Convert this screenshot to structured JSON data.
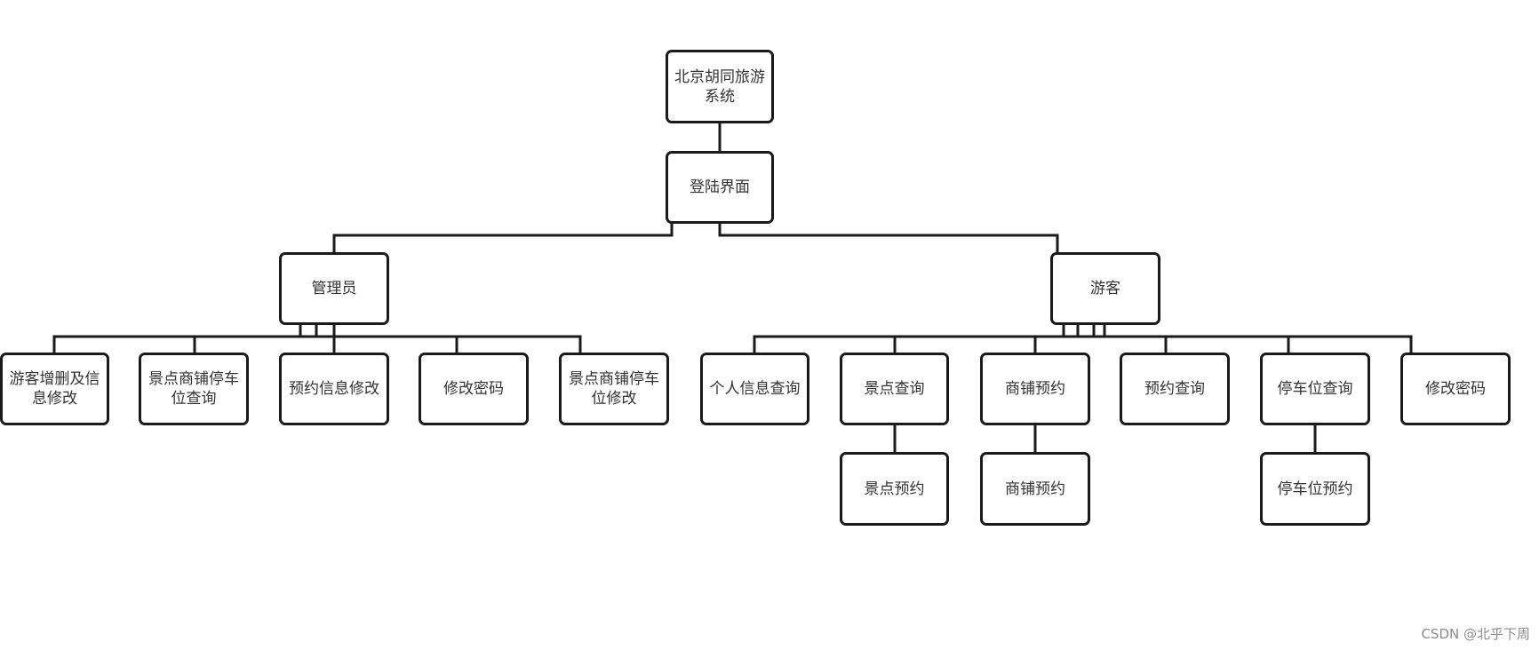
{
  "diagram": {
    "root": {
      "label": "北京胡同旅游系统"
    },
    "login": {
      "label": "登陆界面"
    },
    "admin": {
      "label": "管理员",
      "children": [
        {
          "label": "游客增删及信息修改"
        },
        {
          "label": "景点商铺停车位查询"
        },
        {
          "label": "预约信息修改"
        },
        {
          "label": "修改密码"
        },
        {
          "label": "景点商铺停车位修改"
        }
      ]
    },
    "tourist": {
      "label": "游客",
      "children": [
        {
          "label": "个人信息查询"
        },
        {
          "label": "景点查询"
        },
        {
          "label": "商铺预约"
        },
        {
          "label": "预约查询"
        },
        {
          "label": "停车位查询"
        },
        {
          "label": "修改密码"
        }
      ],
      "grandchildren": [
        {
          "label": "景点预约"
        },
        {
          "label": "商铺预约"
        },
        {
          "label": "停车位预约"
        }
      ]
    }
  },
  "watermark": "CSDN @北乎下周"
}
